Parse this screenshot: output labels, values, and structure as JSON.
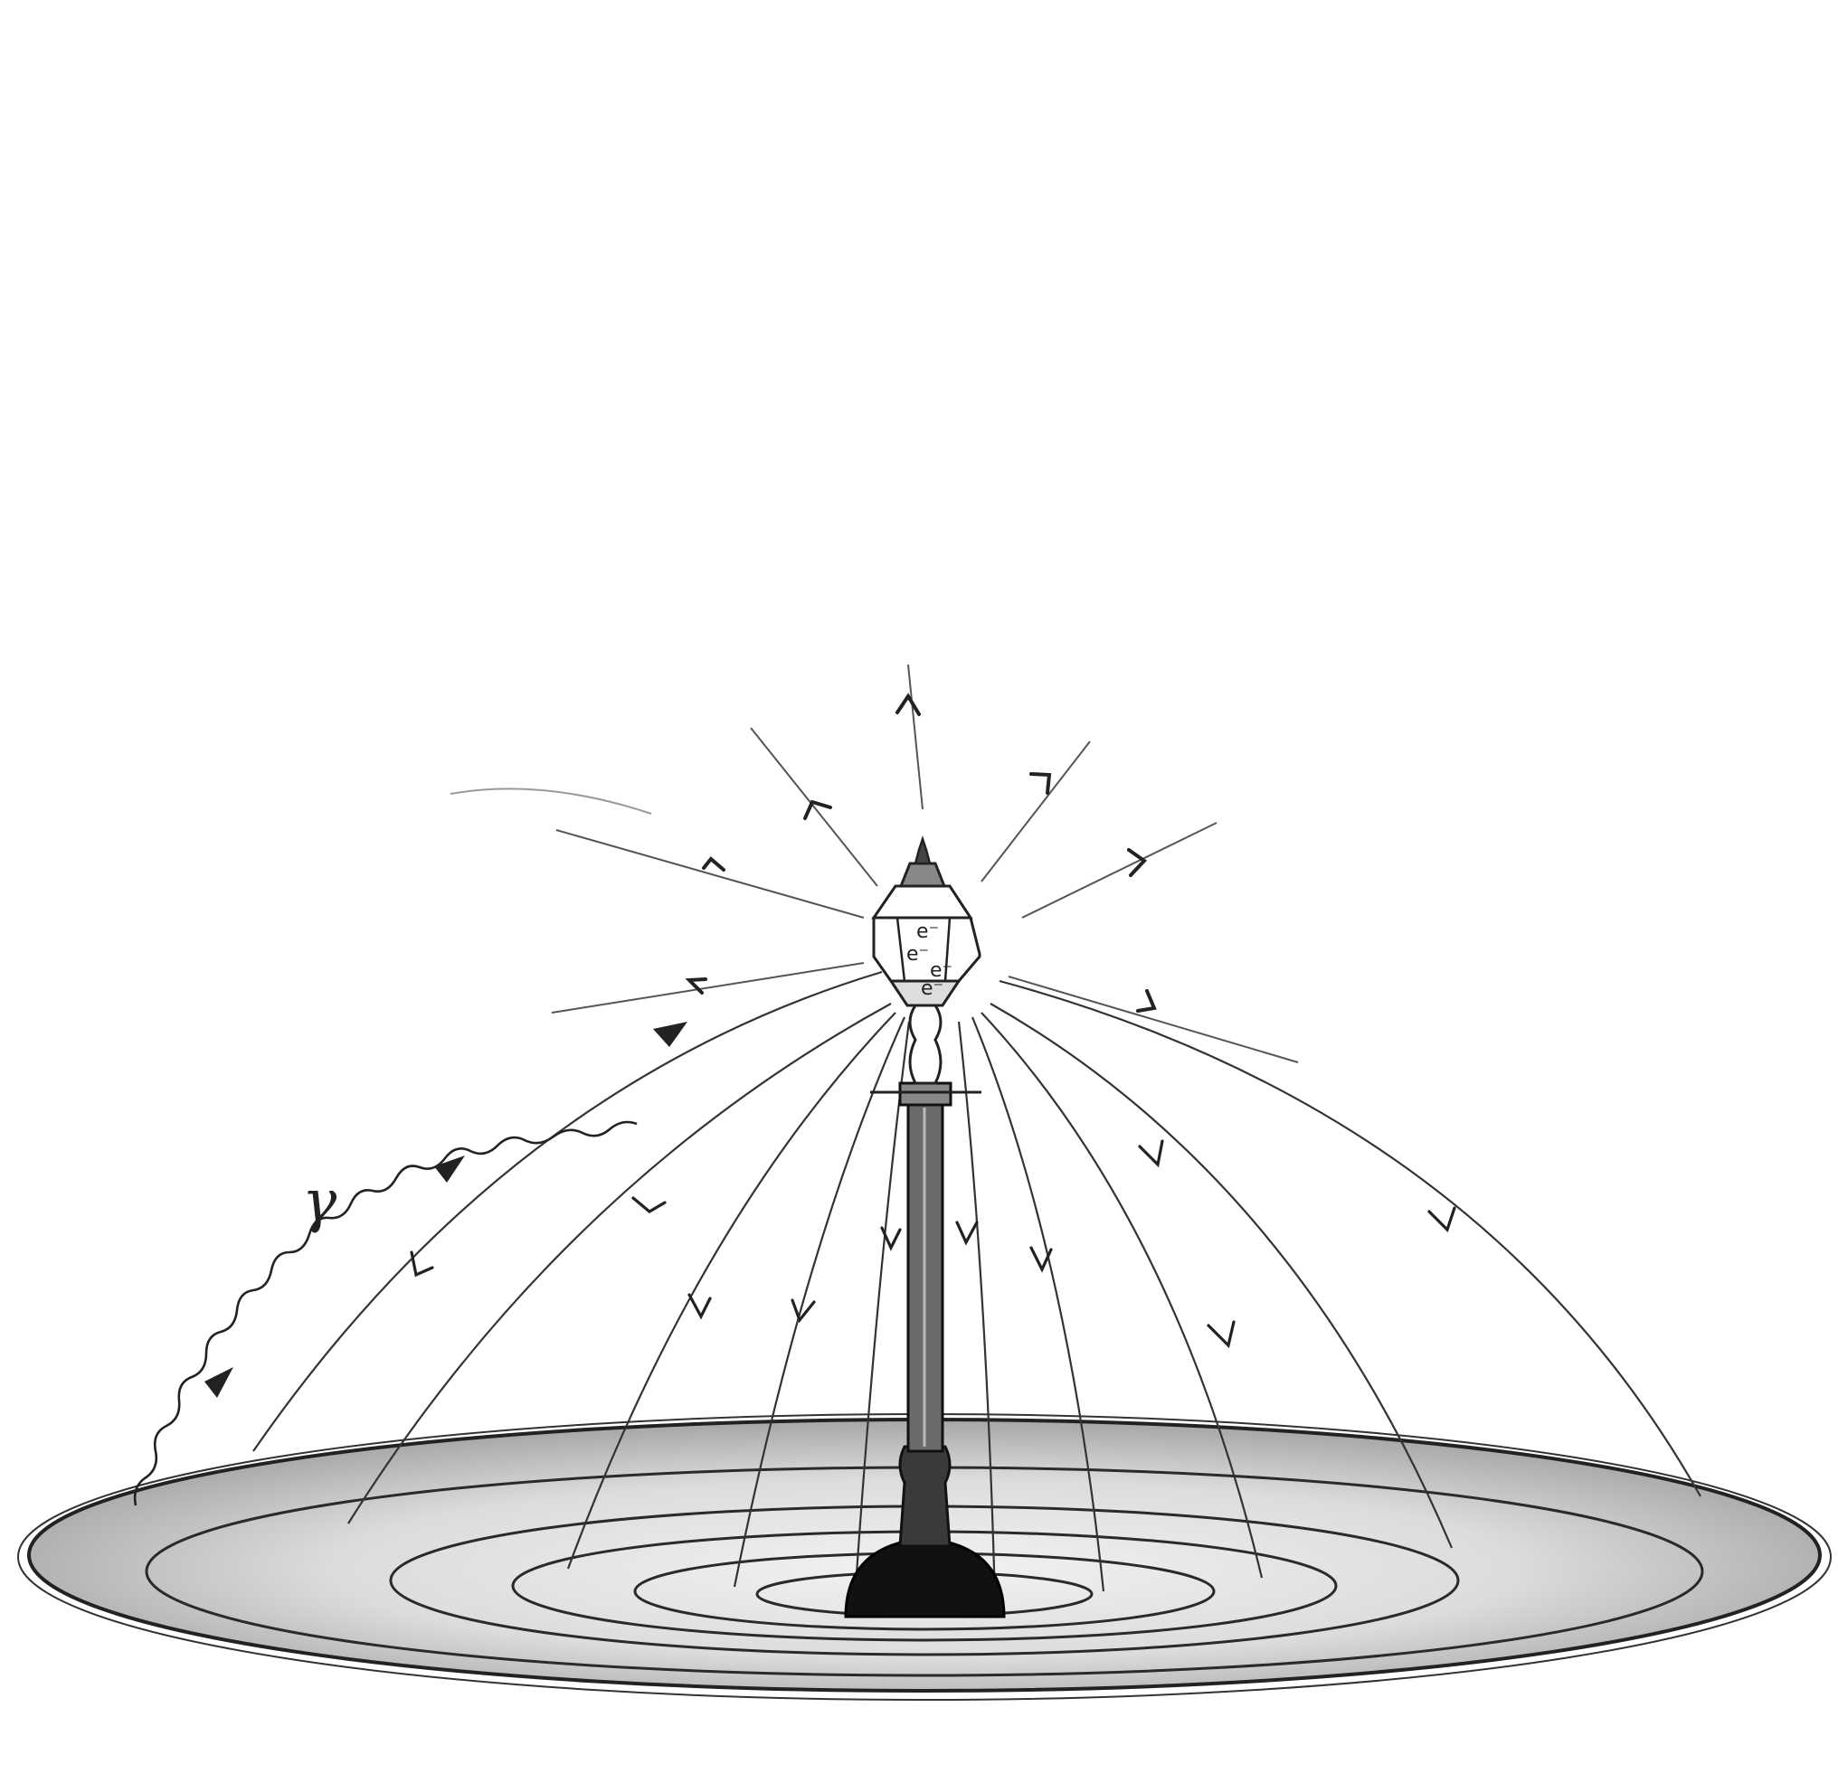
{
  "labels": {
    "gamma": "γ",
    "electrons": [
      "e⁻",
      "e⁻",
      "e⁻",
      "e⁻"
    ]
  },
  "colors": {
    "ink": "#1a1a1a",
    "ray": "#444444",
    "disk_fill": "#d9d9d9",
    "background": "#ffffff"
  },
  "icons": {
    "lamp": "street-lamp-icon",
    "photon": "wavy-photon-icon",
    "arrowhead": "arrowhead-icon"
  }
}
